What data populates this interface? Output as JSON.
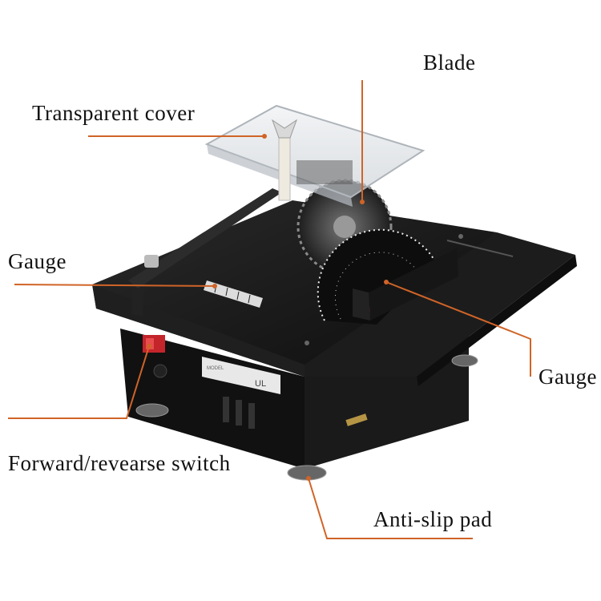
{
  "labels": {
    "blade": "Blade",
    "transparent_cover": "Transparent cover",
    "gauge_left": "Gauge",
    "gauge_right": "Gauge",
    "switch": "Forward/revearse switch",
    "anti_slip_pad": "Anti-slip pad"
  },
  "colors": {
    "callout_line": "#d06428",
    "body": "#141414",
    "label_text": "#111111"
  }
}
